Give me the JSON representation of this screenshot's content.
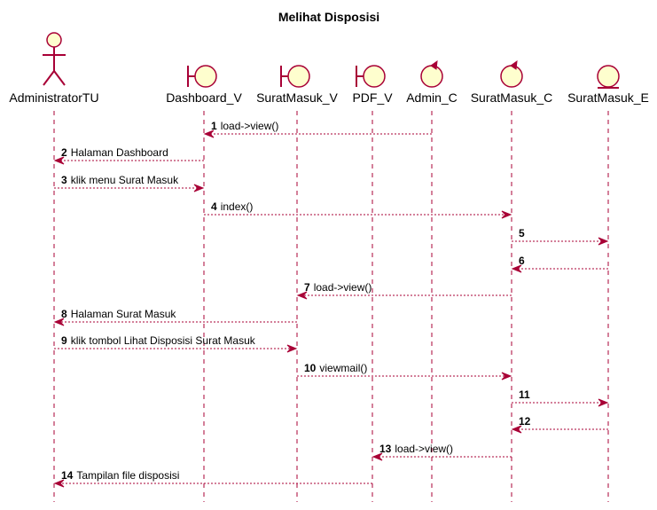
{
  "diagram": {
    "title": "Melihat Disposisi",
    "participants": [
      {
        "id": "administratortu",
        "name": "AdministratorTU",
        "kind": "actor"
      },
      {
        "id": "dashboard_v",
        "name": "Dashboard_V",
        "kind": "boundary"
      },
      {
        "id": "suratmasuk_v",
        "name": "SuratMasuk_V",
        "kind": "boundary"
      },
      {
        "id": "pdf_v",
        "name": "PDF_V",
        "kind": "boundary"
      },
      {
        "id": "admin_c",
        "name": "Admin_C",
        "kind": "control"
      },
      {
        "id": "suratmasuk_c",
        "name": "SuratMasuk_C",
        "kind": "control"
      },
      {
        "id": "suratmasuk_e",
        "name": "SuratMasuk_E",
        "kind": "entity"
      }
    ],
    "messages": [
      {
        "num": "1",
        "text": "load->view()",
        "from": "admin_c",
        "to": "dashboard_v"
      },
      {
        "num": "2",
        "text": "Halaman Dashboard",
        "from": "dashboard_v",
        "to": "administratortu"
      },
      {
        "num": "3",
        "text": "klik menu Surat Masuk",
        "from": "administratortu",
        "to": "dashboard_v"
      },
      {
        "num": "4",
        "text": "index()",
        "from": "dashboard_v",
        "to": "suratmasuk_c"
      },
      {
        "num": "5",
        "text": "",
        "from": "suratmasuk_c",
        "to": "suratmasuk_e"
      },
      {
        "num": "6",
        "text": "",
        "from": "suratmasuk_e",
        "to": "suratmasuk_c"
      },
      {
        "num": "7",
        "text": "load->view()",
        "from": "suratmasuk_c",
        "to": "suratmasuk_v"
      },
      {
        "num": "8",
        "text": "Halaman Surat Masuk",
        "from": "suratmasuk_v",
        "to": "administratortu"
      },
      {
        "num": "9",
        "text": "klik tombol Lihat Disposisi Surat Masuk",
        "from": "administratortu",
        "to": "suratmasuk_v"
      },
      {
        "num": "10",
        "text": "viewmail()",
        "from": "suratmasuk_v",
        "to": "suratmasuk_c"
      },
      {
        "num": "11",
        "text": "",
        "from": "suratmasuk_c",
        "to": "suratmasuk_e"
      },
      {
        "num": "12",
        "text": "",
        "from": "suratmasuk_e",
        "to": "suratmasuk_c"
      },
      {
        "num": "13",
        "text": "load->view()",
        "from": "suratmasuk_c",
        "to": "pdf_v"
      },
      {
        "num": "14",
        "text": "Tampilan file disposisi",
        "from": "pdf_v",
        "to": "administratortu"
      }
    ]
  }
}
